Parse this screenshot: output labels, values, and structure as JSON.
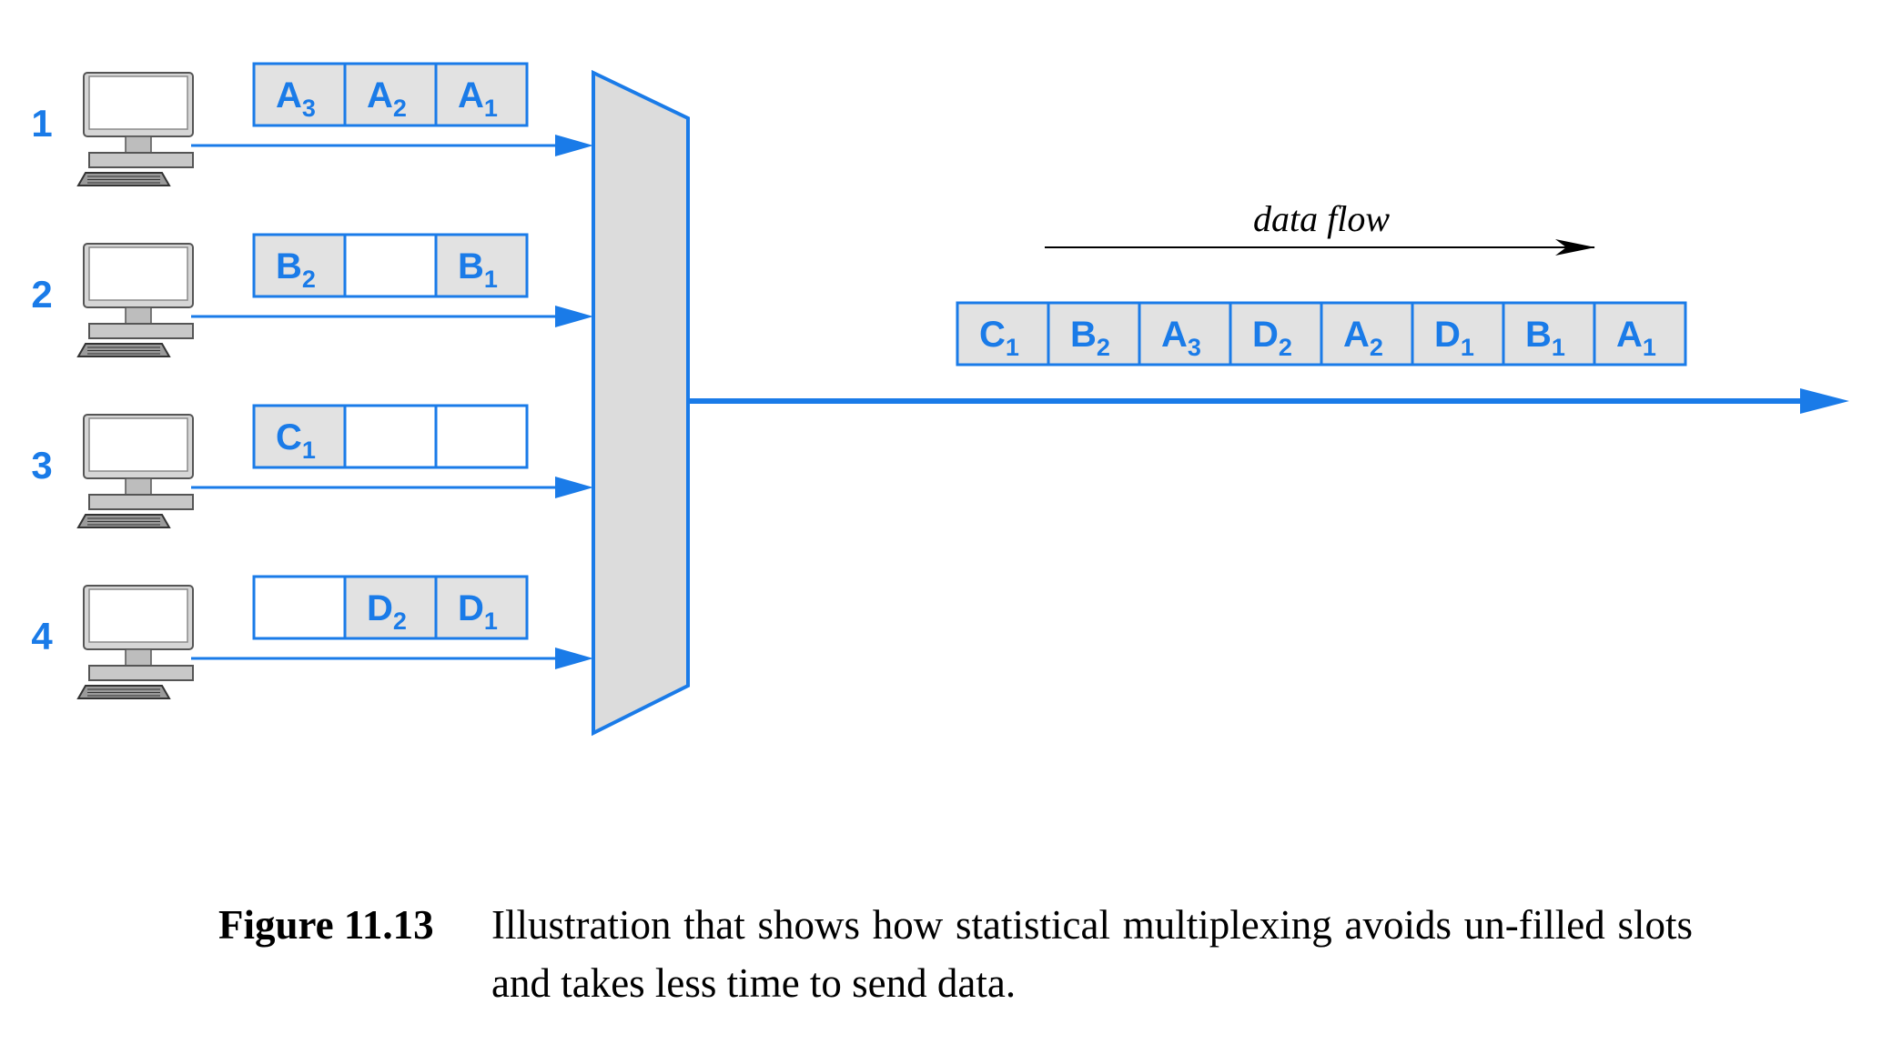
{
  "colors": {
    "accent": "#1a7be8",
    "slot_fill": "#e2e2e2",
    "mux_fill": "#dcdcdc"
  },
  "stations": [
    {
      "number": "1",
      "slots": [
        {
          "letter": "A",
          "sub": "3"
        },
        {
          "letter": "A",
          "sub": "2"
        },
        {
          "letter": "A",
          "sub": "1"
        }
      ]
    },
    {
      "number": "2",
      "slots": [
        {
          "letter": "B",
          "sub": "2"
        },
        null,
        {
          "letter": "B",
          "sub": "1"
        }
      ]
    },
    {
      "number": "3",
      "slots": [
        {
          "letter": "C",
          "sub": "1"
        },
        null,
        null
      ]
    },
    {
      "number": "4",
      "slots": [
        null,
        {
          "letter": "D",
          "sub": "2"
        },
        {
          "letter": "D",
          "sub": "1"
        }
      ]
    }
  ],
  "output_slots": [
    {
      "letter": "C",
      "sub": "1"
    },
    {
      "letter": "B",
      "sub": "2"
    },
    {
      "letter": "A",
      "sub": "3"
    },
    {
      "letter": "D",
      "sub": "2"
    },
    {
      "letter": "A",
      "sub": "2"
    },
    {
      "letter": "D",
      "sub": "1"
    },
    {
      "letter": "B",
      "sub": "1"
    },
    {
      "letter": "A",
      "sub": "1"
    }
  ],
  "flow_label": "data flow",
  "icons": {
    "station": "computer-icon",
    "multiplexor": "multiplexor-shape"
  },
  "caption": {
    "label": "Figure 11.13",
    "text": "Illustration that shows how statistical multiplexing avoids un-filled slots and takes less time to send data."
  }
}
